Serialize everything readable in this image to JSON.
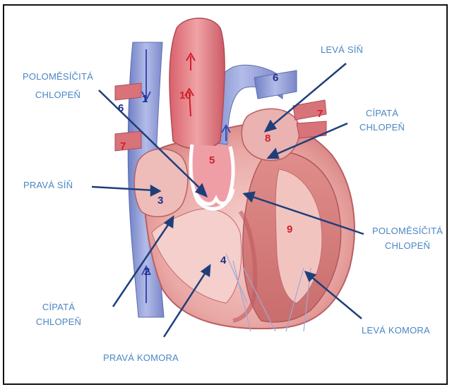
{
  "labels": {
    "semilunar_left_line1": "POLOMĚSÍČITÁ",
    "semilunar_left_line2": "CHLOPEŇ",
    "left_atrium": "LEVÁ SÍŇ",
    "cuspid_right_line1": "CÍPATÁ",
    "cuspid_right_line2": "CHLOPEŇ",
    "right_atrium": "PRAVÁ SÍŇ",
    "semilunar_right_line1": "POLOMĚSÍČITÁ",
    "semilunar_right_line2": "CHLOPEŇ",
    "cuspid_left_line1": "CÍPATÁ",
    "cuspid_left_line2": "CHLOPEŇ",
    "right_ventricle": "PRAVÁ KOMORA",
    "left_ventricle": "LEVÁ KOMORA"
  },
  "numbers": {
    "n1": "1",
    "n2": "2",
    "n3": "3",
    "n4": "4",
    "n5": "5",
    "n6a": "6",
    "n6b": "6",
    "n7a": "7",
    "n7b": "7",
    "n8": "8",
    "n9": "9",
    "n10": "10"
  },
  "colors": {
    "label_blue": "#4a86c4",
    "pointer_navy": "#1f3f7a",
    "number_blue": "#1e2f8c",
    "number_red": "#d21f2b",
    "heart_pink": "#e8a8a8",
    "muscle_red": "#d97e7e",
    "vein_blue": "#8e9ad6",
    "aorta_red": "#d8737a"
  }
}
